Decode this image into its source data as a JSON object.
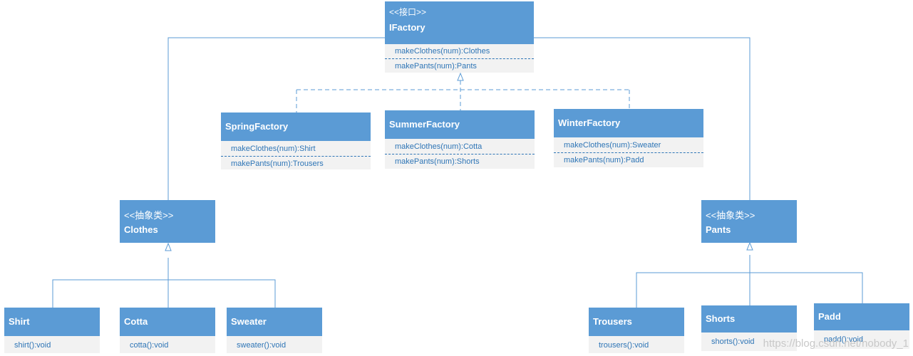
{
  "interface": {
    "stereotype": "<<接口>>",
    "name": "IFactory",
    "methods": [
      "makeClothes(num):Clothes",
      "makePants(num):Pants"
    ]
  },
  "factories": [
    {
      "name": "SpringFactory",
      "methods": [
        "makeClothes(num):Shirt",
        "makePants(num):Trousers"
      ]
    },
    {
      "name": "SummerFactory",
      "methods": [
        "makeClothes(num):Cotta",
        "makePants(num):Shorts"
      ]
    },
    {
      "name": "WinterFactory",
      "methods": [
        "makeClothes(num):Sweater",
        "makePants(num):Padd"
      ]
    }
  ],
  "abstracts": [
    {
      "stereotype": "<<抽象类>>",
      "name": "Clothes"
    },
    {
      "stereotype": "<<抽象类>>",
      "name": "Pants"
    }
  ],
  "products": [
    {
      "name": "Shirt",
      "method": "shirt():void"
    },
    {
      "name": "Cotta",
      "method": "cotta():void"
    },
    {
      "name": "Sweater",
      "method": "sweater():void"
    },
    {
      "name": "Trousers",
      "method": "trousers():void"
    },
    {
      "name": "Shorts",
      "method": "shorts():void"
    },
    {
      "name": "Padd",
      "method": "padd():void"
    }
  ],
  "watermark": "https://blog.csdn.net/nobody_1",
  "colors": {
    "header": "#5b9bd5",
    "body": "#f2f2f2",
    "line": "#5b9bd5",
    "method_text": "#2e75b6"
  }
}
